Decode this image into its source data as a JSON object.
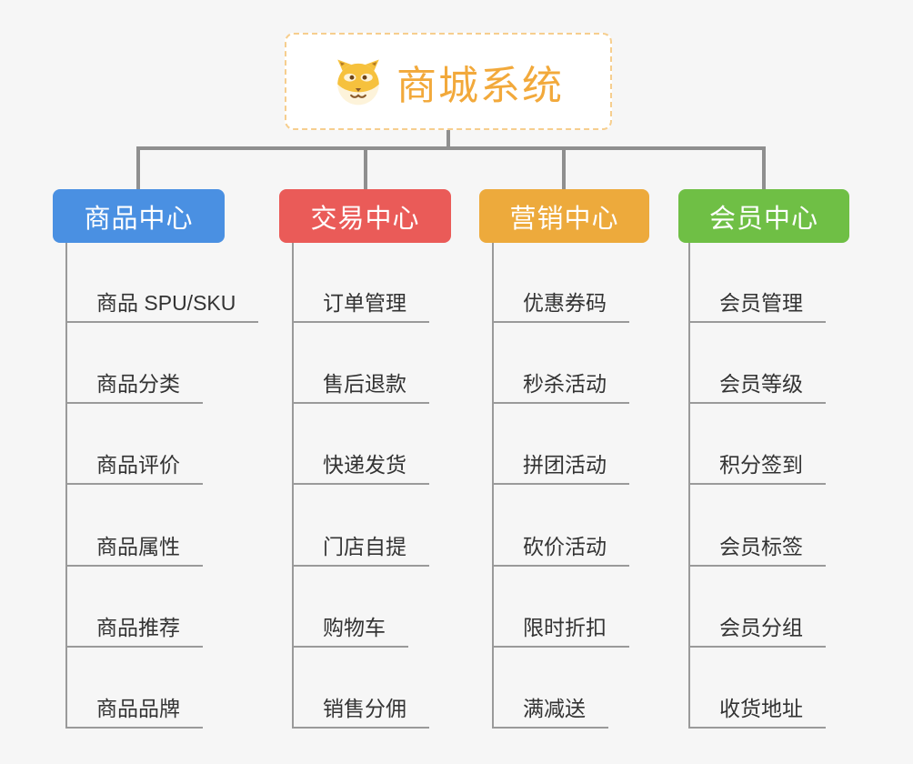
{
  "root": {
    "title": "商城系统",
    "icon": "shiba-dog-icon",
    "title_color": "#F2A93B",
    "border_color": "#F6CE8E"
  },
  "connector_color": "#8F8F8F",
  "branches": [
    {
      "label": "商品中心",
      "color": "#4A90E2",
      "items": [
        "商品 SPU/SKU",
        "商品分类",
        "商品评价",
        "商品属性",
        "商品推荐",
        "商品品牌"
      ]
    },
    {
      "label": "交易中心",
      "color": "#EA5B58",
      "items": [
        "订单管理",
        "售后退款",
        "快递发货",
        "门店自提",
        "购物车",
        "销售分佣"
      ]
    },
    {
      "label": "营销中心",
      "color": "#EDAA3C",
      "items": [
        "优惠券码",
        "秒杀活动",
        "拼团活动",
        "砍价活动",
        "限时折扣",
        "满减送"
      ]
    },
    {
      "label": "会员中心",
      "color": "#6FBF45",
      "items": [
        "会员管理",
        "会员等级",
        "积分签到",
        "会员标签",
        "会员分组",
        "收货地址"
      ]
    }
  ]
}
